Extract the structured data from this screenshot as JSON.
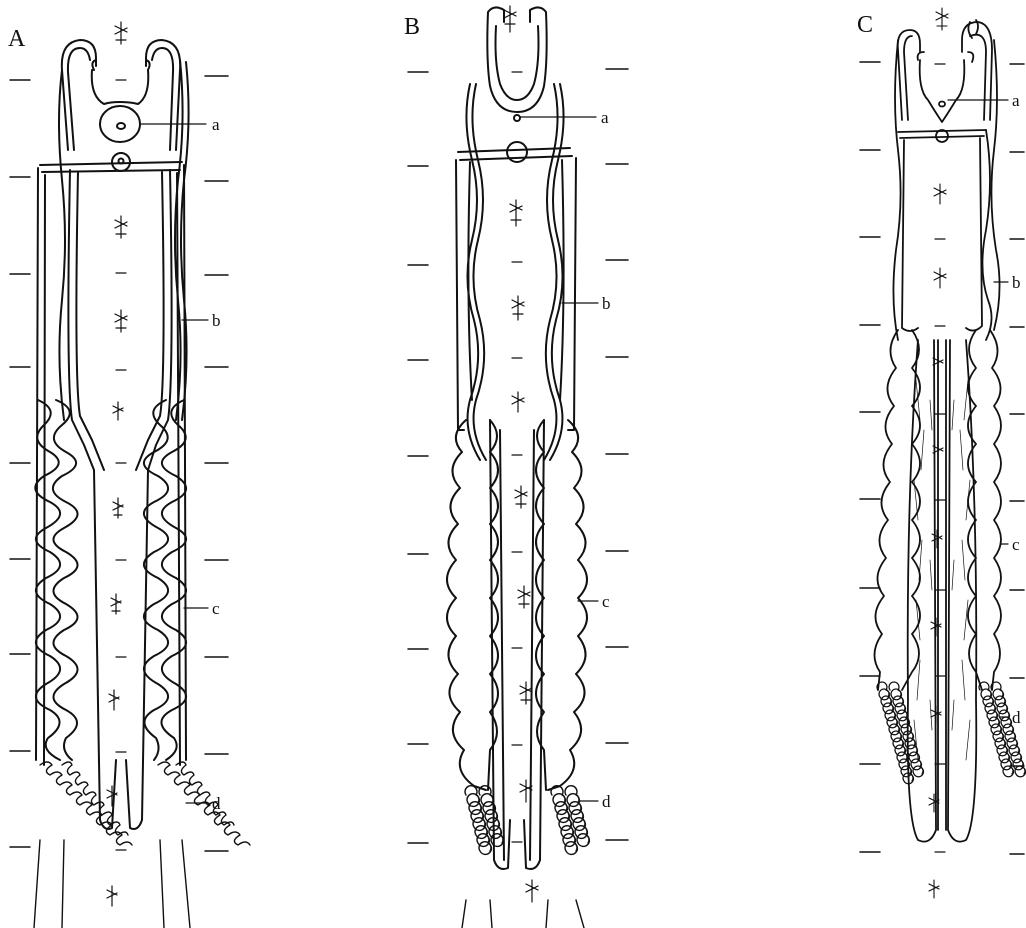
{
  "figure": {
    "panels": [
      {
        "letter": "A",
        "callouts": [
          {
            "label": "a"
          },
          {
            "label": "b"
          },
          {
            "label": "c"
          },
          {
            "label": "d"
          }
        ]
      },
      {
        "letter": "B",
        "callouts": [
          {
            "label": "a"
          },
          {
            "label": "b"
          },
          {
            "label": "c"
          },
          {
            "label": "d"
          }
        ]
      },
      {
        "letter": "C",
        "callouts": [
          {
            "label": "a"
          },
          {
            "label": "b"
          },
          {
            "label": "c"
          },
          {
            "label": "d"
          }
        ]
      }
    ],
    "ink_color": "#111111",
    "background_color": "#ffffff"
  }
}
